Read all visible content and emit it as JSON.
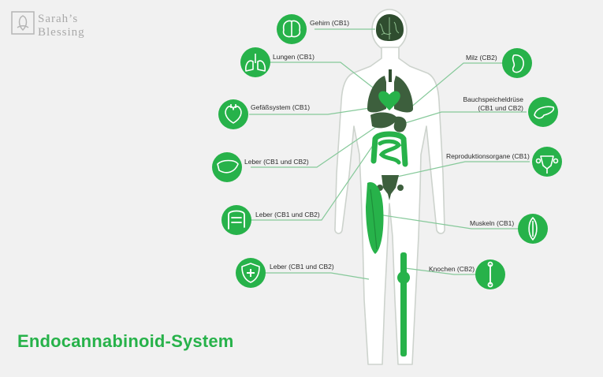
{
  "brand": {
    "line1": "Sarah’s",
    "line2": "Blessing"
  },
  "headline": "Endocannabinoid-System",
  "colors": {
    "green": "#27b24a",
    "dark": "#3a5a3a",
    "outline": "#cfd5cf",
    "line": "#7ec98f"
  },
  "labels": {
    "brain": "Gehirn (CB1)",
    "lungs": "Lungen (CB1)",
    "vessels": "Gefäßsystem (CB1)",
    "liver1": "Leber (CB1 und CB2)",
    "intestine": "Leber (CB1 und CB2)",
    "immune": "Leber (CB1 und CB2)",
    "spleen": "Milz (CB2)",
    "pancreas_1": "Bauchspeicheldrüse",
    "pancreas_2": "(CB1 und CB2)",
    "reproductive": "Reproduktionsorgane (CB1)",
    "muscles": "Muskeln (CB1)",
    "bones": "Knochen (CB2)"
  },
  "icons": [
    "brain-icon",
    "lungs-icon",
    "heart-icon",
    "liver-icon",
    "intestine-icon",
    "shield-cross-icon",
    "spleen-icon",
    "pancreas-icon",
    "uterus-icon",
    "muscle-icon",
    "bone-icon"
  ]
}
